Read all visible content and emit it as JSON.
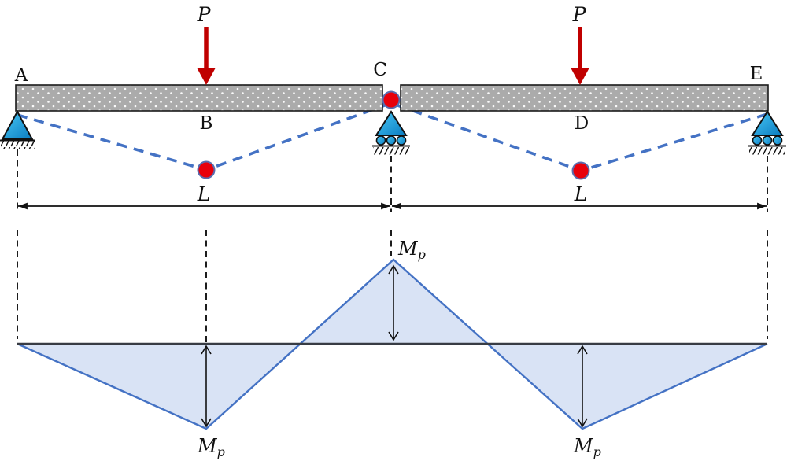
{
  "figure": {
    "kind": "Plastic collapse mechanism of a two-span continuous beam with bending moment diagram",
    "labels": {
      "support_a": "A",
      "point_b": "B",
      "support_c": "C",
      "point_d": "D",
      "support_e": "E",
      "load": "P",
      "span": "L",
      "plastic_moment_main": "M",
      "plastic_moment_sub": "p"
    },
    "colors": {
      "beam_fill": "#ababab",
      "beam_outline": "#1a1a1a",
      "support_fill_light": "#3fc3f2",
      "support_fill_dark": "#0a7cc1",
      "load_arrow_red": "#c00000",
      "plastic_hinge_fill": "#e8000b",
      "plastic_hinge_ring": "#5a6cae",
      "mechanism_dash_blue": "#4472c4",
      "moment_fill": "#d9e3f5",
      "moment_outline": "#4472c4",
      "moment_axis": "#383c44"
    }
  },
  "chart_data": {
    "type": "diagram",
    "description": "Collapse mechanism and plastic bending-moment diagram for a two-span continuous beam A-C-E carrying point loads P at midspans B and D",
    "supports": [
      {
        "point": "A",
        "type": "pin"
      },
      {
        "point": "C",
        "type": "roller"
      },
      {
        "point": "E",
        "type": "roller"
      }
    ],
    "loads": [
      {
        "at": "B",
        "symbol": "P",
        "direction": "down"
      },
      {
        "at": "D",
        "symbol": "P",
        "direction": "down"
      }
    ],
    "spans": [
      {
        "from": "A",
        "to": "C",
        "length": "L"
      },
      {
        "from": "C",
        "to": "E",
        "length": "L"
      }
    ],
    "plastic_hinges": [
      "B",
      "C",
      "D"
    ],
    "moment_ordinates": [
      {
        "point": "A",
        "value": "0"
      },
      {
        "point": "B",
        "value": "Mp (sagging, plotted below axis)"
      },
      {
        "point": "C",
        "value": "Mp (hogging, plotted above axis)"
      },
      {
        "point": "D",
        "value": "Mp (sagging, plotted below axis)"
      },
      {
        "point": "E",
        "value": "0"
      }
    ]
  }
}
